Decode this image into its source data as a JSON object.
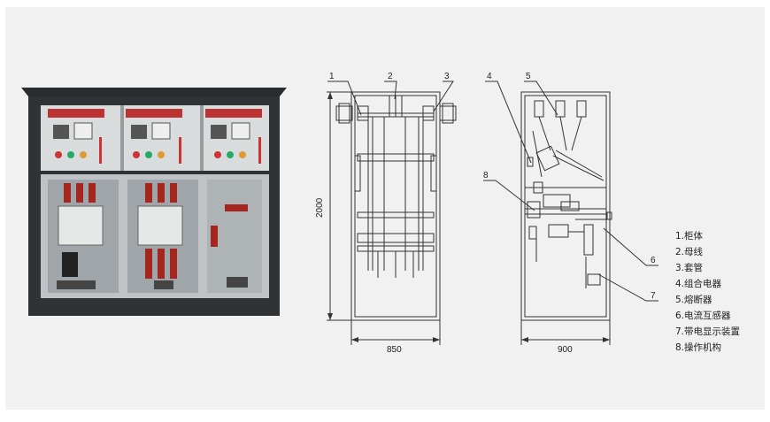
{
  "callouts": {
    "c1": "1",
    "c2": "2",
    "c3": "3",
    "c4": "4",
    "c5": "5",
    "c6": "6",
    "c7": "7",
    "c8": "8"
  },
  "dimensions": {
    "height": "2000",
    "front_width": "850",
    "side_width": "900"
  },
  "legend": [
    "1.柜体",
    "2.母线",
    "3.套管",
    "4.组合电器",
    "5.熔断器",
    "6.电流互感器",
    "7.带电显示装置",
    "8.操作机构"
  ],
  "colors": {
    "background_panel": "#f1f1f1",
    "cabinet_body": "#2f3336",
    "control_panel": "#d6d9d9",
    "insulator_red": "#a5261e",
    "line": "#333333"
  }
}
